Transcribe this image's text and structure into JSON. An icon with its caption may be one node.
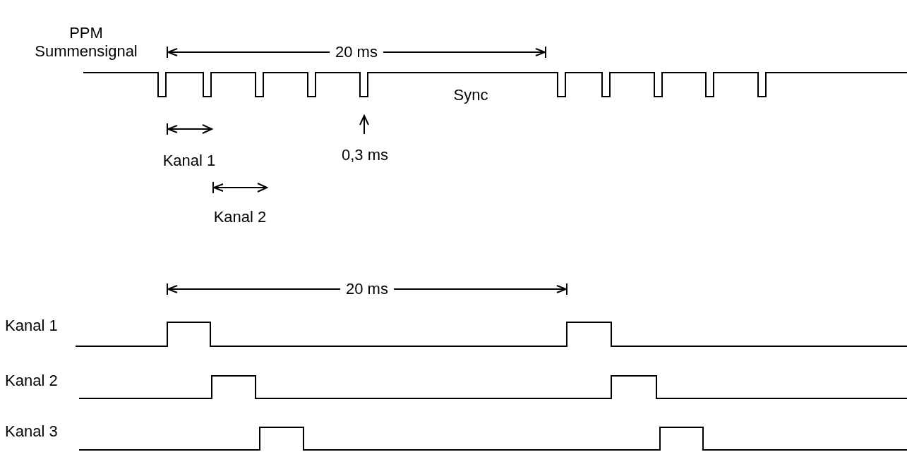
{
  "diagram": {
    "labels": [
      "PPM Summensignal",
      "20 ms",
      "Sync",
      "Kanal 1",
      "0,3 ms",
      "Kanal 2",
      "20 ms",
      "Kanal 1",
      "Kanal 2",
      "Kanal 3"
    ]
  }
}
